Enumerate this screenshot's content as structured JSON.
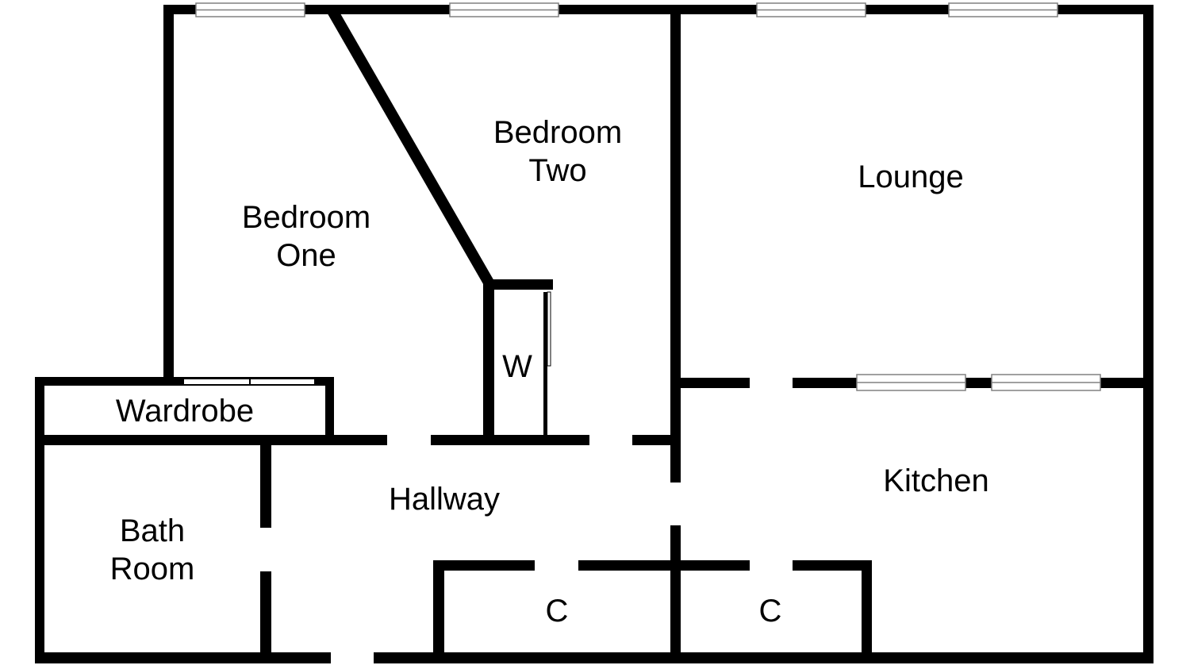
{
  "colors": {
    "wall": "#000000",
    "background": "#ffffff",
    "window_frame": "#808080"
  },
  "rooms": {
    "bedroom_one": {
      "line1": "Bedroom",
      "line2": "One"
    },
    "bedroom_two": {
      "line1": "Bedroom",
      "line2": "Two"
    },
    "lounge": {
      "label": "Lounge"
    },
    "wardrobe": {
      "label": "Wardrobe"
    },
    "w": {
      "label": "W"
    },
    "hallway": {
      "label": "Hallway"
    },
    "kitchen": {
      "label": "Kitchen"
    },
    "bathroom": {
      "line1": "Bath",
      "line2": "Room"
    },
    "cupboard_1": {
      "label": "C"
    },
    "cupboard_2": {
      "label": "C"
    }
  }
}
